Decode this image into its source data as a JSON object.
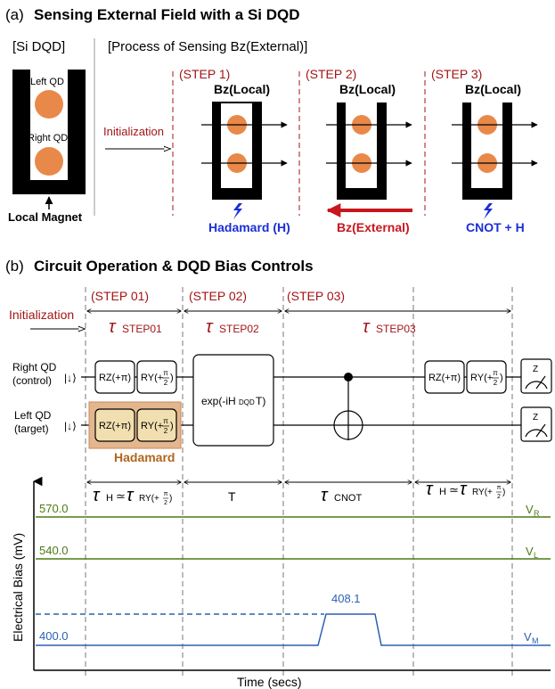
{
  "panel_a": {
    "label": "(a)",
    "title": "Sensing External Field with a Si DQD",
    "dqd_label": "[Si DQD]",
    "process_label": "[Process of Sensing Bz(External)]",
    "left_qd": "Left QD",
    "right_qd": "Right QD",
    "local_magnet": "Local Magnet",
    "initialization": "Initialization",
    "steps": [
      {
        "label": "(STEP 1)",
        "field": "Bz(Local)",
        "caption": "Hadamard (H)"
      },
      {
        "label": "(STEP 2)",
        "field": "Bz(Local)",
        "caption": "Bz(External)"
      },
      {
        "label": "(STEP 3)",
        "field": "Bz(Local)",
        "caption": "CNOT + H"
      }
    ],
    "colors": {
      "step_label": "#a31515",
      "caption_blue": "#1a2fd6",
      "caption_red": "#c8161d",
      "dot": "#e8894a"
    }
  },
  "panel_b": {
    "label": "(b)",
    "title": "Circuit Operation & DQD Bias Controls",
    "steps": [
      "(STEP 01)",
      "(STEP 02)",
      "(STEP 03)"
    ],
    "initialization": "Initialization",
    "tau_symbol": "τ",
    "tau_steps": [
      "STEP01",
      "STEP02",
      "STEP03"
    ],
    "qubit_right": {
      "name": "Right QD",
      "role": "(control)",
      "ket": "|↓⟩"
    },
    "qubit_left": {
      "name": "Left QD",
      "role": "(target)",
      "ket": "|↓⟩"
    },
    "gates": {
      "rz": "RZ(+π)",
      "ry": "RY(+",
      "ry_frac_num": "π",
      "ry_frac_den": "2",
      "exp_pre": "exp(-iH",
      "exp_sub": "DQD",
      "exp_post": "T)"
    },
    "hadamard": "Hadamard",
    "duration_labels": {
      "tau_h_sub": "H",
      "approx": "≃",
      "tau_ry_sub": "RY(+",
      "t": "T",
      "tau_cnot_sub": "CNOT"
    },
    "colors": {
      "hadamard_fill": "#f1dfb0",
      "hadamard_bg": "#e3b68e",
      "step_label": "#a31515"
    }
  },
  "chart_data": {
    "type": "line",
    "xlabel": "Time (secs)",
    "ylabel": "Electrical Bias (mV)",
    "series": [
      {
        "name": "VR",
        "values": [
          570.0,
          570.0
        ],
        "color": "#4c7a12"
      },
      {
        "name": "VL",
        "values": [
          540.0,
          540.0
        ],
        "color": "#4c7a12"
      },
      {
        "name": "VM",
        "baseline": 400.0,
        "pulse": 408.1,
        "color": "#2b5fb5"
      }
    ],
    "tick_labels": [
      "570.0",
      "540.0",
      "400.0"
    ],
    "pulse_label": "408.1",
    "series_labels": {
      "vr": "V",
      "vr_sub": "R",
      "vl": "V",
      "vl_sub": "L",
      "vm": "V",
      "vm_sub": "M"
    }
  }
}
